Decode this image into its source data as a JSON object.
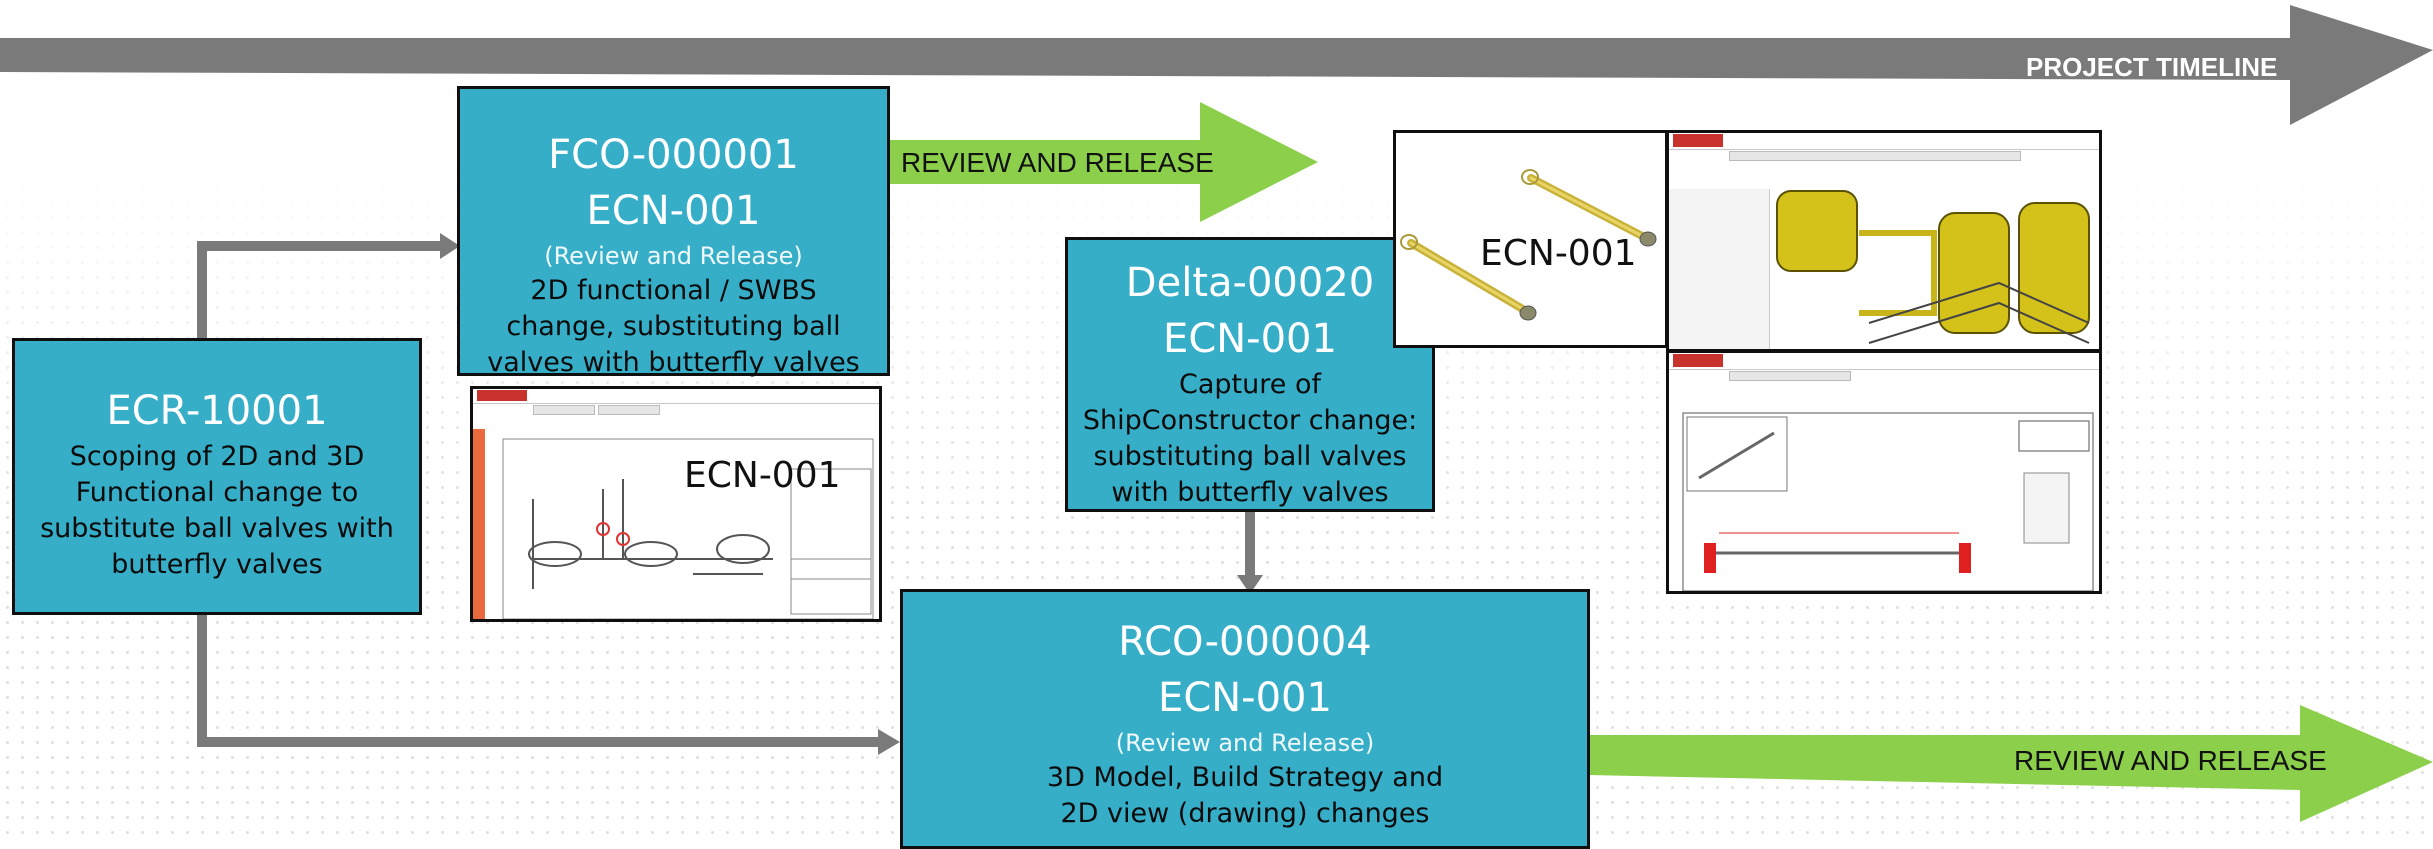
{
  "timeline": {
    "label": "PROJECT TIMELINE"
  },
  "release_arrow_top": {
    "label": "REVIEW AND RELEASE"
  },
  "release_arrow_bottom": {
    "label": "REVIEW AND RELEASE"
  },
  "ecr": {
    "title": "ECR-10001",
    "lines": [
      "Scoping of 2D and 3D",
      "Functional change to",
      "substitute ball valves with",
      "butterfly valves"
    ]
  },
  "fco": {
    "title": "FCO-000001",
    "ecn": "ECN-001",
    "sub": "(Review and Release)",
    "lines": [
      "2D functional / SWBS",
      "change, substituting ball",
      "valves with butterfly valves"
    ]
  },
  "delta": {
    "title": "Delta-00020",
    "ecn": "ECN-001",
    "lines": [
      "Capture of",
      "ShipConstructor change:",
      "substituting ball valves",
      "with butterfly valves"
    ]
  },
  "rco": {
    "title": "RCO-000004",
    "ecn": "ECN-001",
    "sub": "(Review and Release)",
    "lines": [
      "3D Model, Build Strategy and",
      "2D view (drawing) changes"
    ]
  },
  "shot_2d": {
    "ecn": "ECN-001"
  },
  "shot_3d": {
    "ecn": "ECN-001"
  },
  "colors": {
    "box_fill": "#36aec8",
    "timeline_arrow": "#7a7a7a",
    "release_arrow": "#8ccf4a",
    "connector": "#7a7a7a"
  }
}
